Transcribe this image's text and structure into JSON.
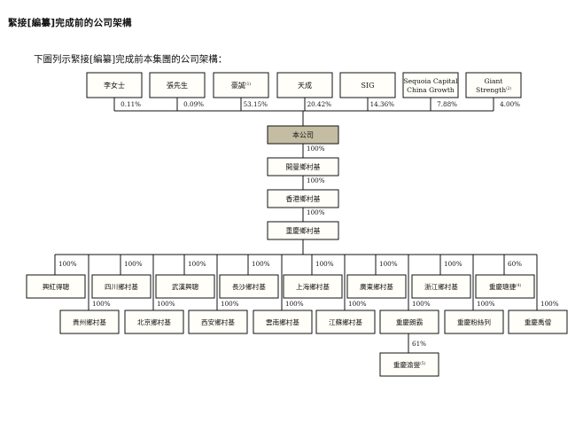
{
  "heading": "緊接[編纂]完成前的公司架構",
  "intro": "下圖列示緊接[編纂]完成前本集團的公司架構：",
  "colors": {
    "node_fill": "#fffef8",
    "company_fill": "#c4bda3",
    "line": "#111111"
  },
  "shareholders": [
    {
      "name": "李女士",
      "pct": "0.11%"
    },
    {
      "name": "張先生",
      "pct": "0.09%"
    },
    {
      "name": "豪誠",
      "sup": "(1)",
      "pct": "53.15%"
    },
    {
      "name": "天成",
      "pct": "20.42%"
    },
    {
      "name": "SIG",
      "pct": "14.36%"
    },
    {
      "name": "Sequoia Capital",
      "name2": "China Growth",
      "pct": "7.88%"
    },
    {
      "name": "Giant",
      "name2": "Strength",
      "sup": "(2)",
      "pct": "4.00%"
    }
  ],
  "company": "本公司",
  "chain": [
    {
      "pct": "100%",
      "name": "開曼鄉村基"
    },
    {
      "pct": "100%",
      "name": "香港鄉村基"
    },
    {
      "pct": "100%",
      "name": "重慶鄉村基"
    }
  ],
  "upper_subs": [
    {
      "name": "興紅得聰",
      "pct": "100%"
    },
    {
      "name": "四川鄉村基",
      "pct": "100%"
    },
    {
      "name": "武漢興聰",
      "pct": "100%"
    },
    {
      "name": "長沙鄉村基",
      "pct": "100%"
    },
    {
      "name": "上海鄉村基",
      "pct": "100%"
    },
    {
      "name": "廣東鄉村基",
      "pct": "100%"
    },
    {
      "name": "浙江鄉村基",
      "pct": "100%"
    },
    {
      "name": "重慶瑭捷",
      "sup": "(4)",
      "pct": "60%"
    }
  ],
  "lower_subs": [
    {
      "name": "貴州鄉村基",
      "pct": "100%"
    },
    {
      "name": "北京鄉村基",
      "pct": "100%"
    },
    {
      "name": "西安鄉村基",
      "pct": "100%"
    },
    {
      "name": "雲南鄉村基",
      "pct": "100%"
    },
    {
      "name": "江蘇鄉村基",
      "pct": "100%"
    },
    {
      "name": "重慶朗霸",
      "pct": "100%"
    },
    {
      "name": "重慶粉絲列",
      "pct": "100%"
    },
    {
      "name": "重慶禹僧",
      "pct": "100%"
    }
  ],
  "grandchild": {
    "name": "重慶渝燮",
    "sup": "(5)",
    "pct": "61%"
  }
}
